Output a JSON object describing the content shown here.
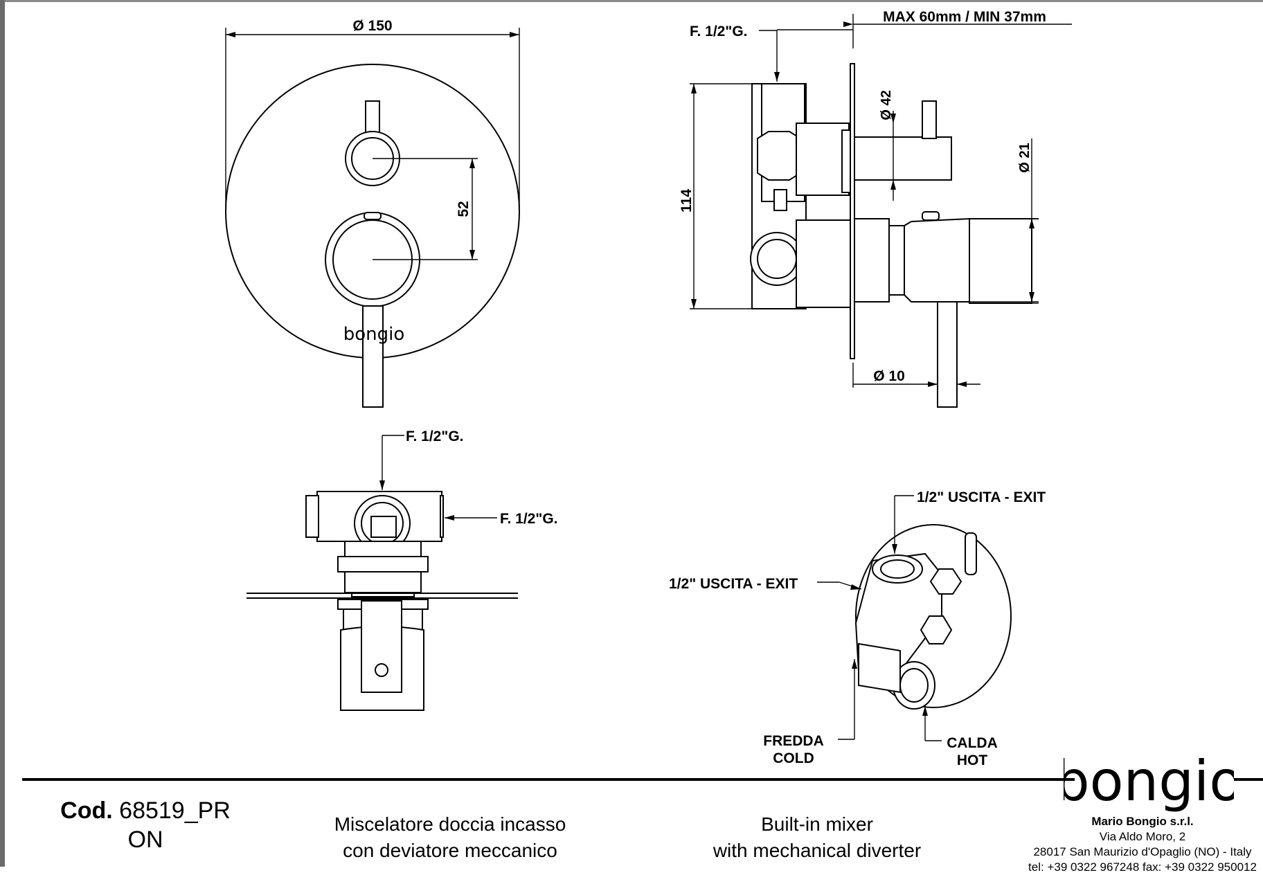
{
  "labels": {
    "front_diameter": "Ø 150",
    "front_center_distance": "52",
    "side_depth": "MAX 60mm / MIN 37mm",
    "side_inlet_top": "F. 1/2\"G.",
    "side_height": "114",
    "side_spout_diameter": "Ø 21",
    "side_handle_diameter": "Ø 42",
    "side_lever_diameter": "Ø 10",
    "top_inlet_top": "F. 1/2\"G.",
    "top_inlet_right": "F. 1/2\"G.",
    "iso_exit_top": "1/2\" USCITA - EXIT",
    "iso_exit_left": "1/2\" USCITA - EXIT",
    "iso_cold_it": "FREDDA",
    "iso_cold_en": "COLD",
    "iso_hot_it": "CALDA",
    "iso_hot_en": "HOT",
    "faceplate_brand": "bongio"
  },
  "title_block": {
    "code_label": "Cod.",
    "code_value_line1": "68519_PR",
    "code_value_line2": "ON",
    "desc_it_line1": "Miscelatore doccia incasso",
    "desc_it_line2": "con deviatore meccanico",
    "desc_en_line1": "Built-in mixer",
    "desc_en_line2": "with mechanical diverter",
    "logo_text": "bongio",
    "company_name": "Mario Bongio s.r.l.",
    "company_address": "Via Aldo Moro, 2",
    "company_city": "28017 San Maurizio d'Opaglio (NO) - Italy",
    "company_contact": "tel: +39 0322 967248  fax: +39 0322 950012"
  },
  "colors": {
    "ink": "#000000",
    "paper": "#ffffff",
    "frame": "#6b6b6b"
  }
}
